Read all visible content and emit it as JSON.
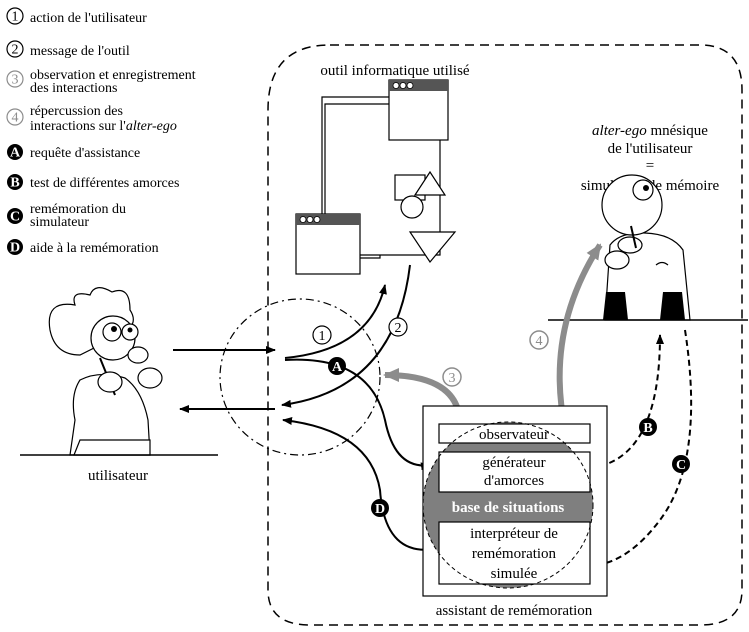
{
  "legend": [
    {
      "mark": "1",
      "style": "outline",
      "text": [
        "action de l'utilisateur"
      ]
    },
    {
      "mark": "2",
      "style": "outline",
      "text": [
        "message de l'outil"
      ]
    },
    {
      "mark": "3",
      "style": "gray",
      "text": [
        "observation et enregistrement",
        "des interactions"
      ]
    },
    {
      "mark": "4",
      "style": "gray",
      "text": [
        "répercussion des",
        "interactions sur l'alter-ego"
      ]
    },
    {
      "mark": "A",
      "style": "filled",
      "text": [
        "requête d'assistance"
      ]
    },
    {
      "mark": "B",
      "style": "filled",
      "text": [
        "test de différentes amorces"
      ]
    },
    {
      "mark": "C",
      "style": "filled",
      "text": [
        "remémoration du",
        "simulateur"
      ]
    },
    {
      "mark": "D",
      "style": "filled",
      "text": [
        "aide à la remémoration"
      ]
    }
  ],
  "labels": {
    "tool": "outil informatique utilisé",
    "alter_ego_1a": "alter-ego",
    "alter_ego_1b": " mnésique",
    "alter_ego_2": "de l'utilisateur",
    "alter_ego_3": "=",
    "alter_ego_4": "simulateur de mémoire",
    "user": "utilisateur",
    "assistant": "assistant de remémoration"
  },
  "assistant_boxes": {
    "observer": "observateur",
    "generator_1": "générateur",
    "generator_2": "d'amorces",
    "base": "base de situations",
    "interpreter_1": "interpréteur de",
    "interpreter_2": "remémoration",
    "interpreter_3": "simulée"
  },
  "arrow_marks": {
    "m1": "1",
    "m2": "2",
    "m3": "3",
    "m4": "4",
    "mA": "A",
    "mB": "B",
    "mC": "C",
    "mD": "D"
  },
  "colors": {
    "gray": "#8c8c8c",
    "dark_gray": "#555555",
    "base_fill": "#7f7f7f"
  }
}
